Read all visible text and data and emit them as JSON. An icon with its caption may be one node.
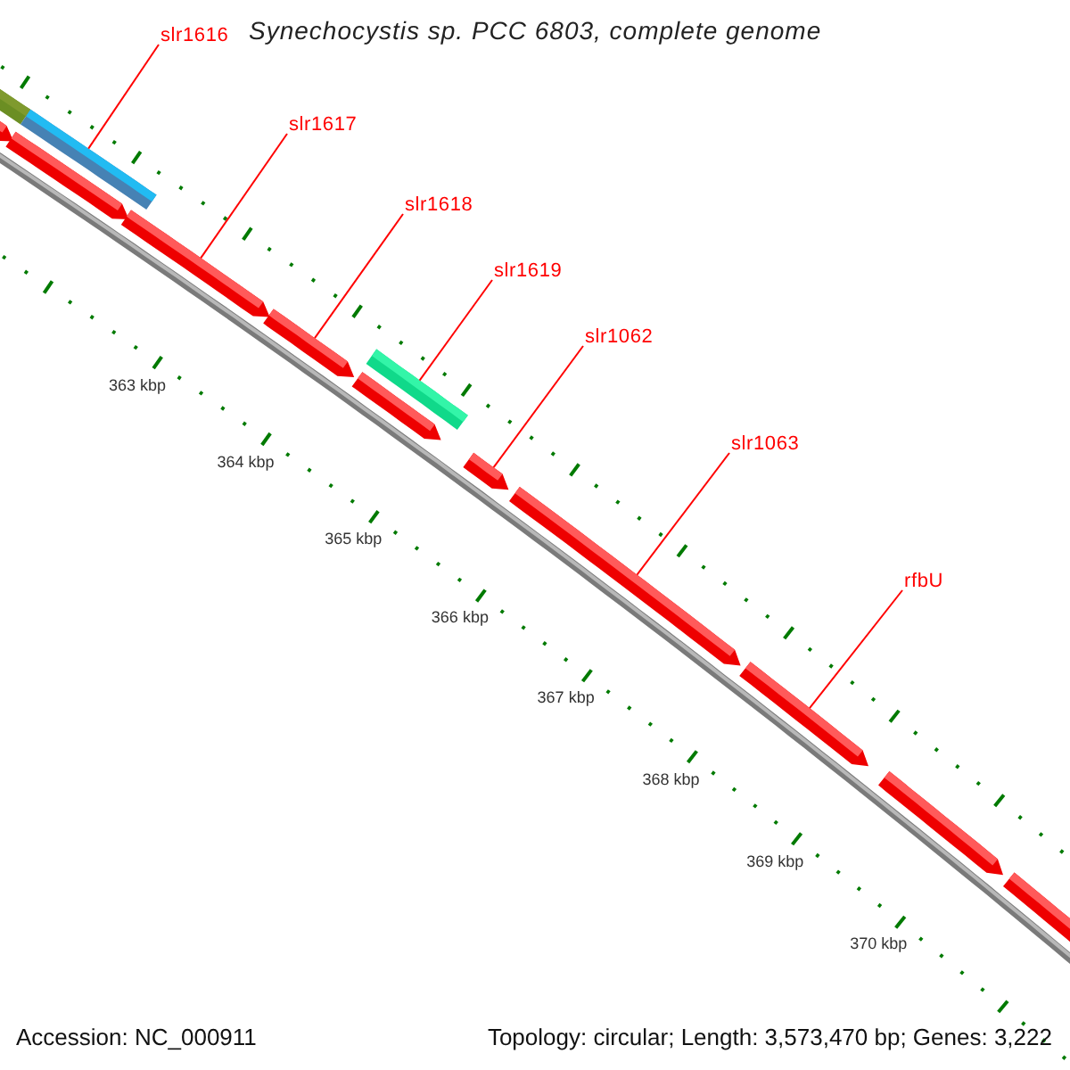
{
  "diagram": {
    "title": "Synechocystis sp. PCC 6803, complete genome",
    "nodes": [
      {
        "text": [
          "slr1616"
        ]
      },
      {
        "text": [
          "slr1617"
        ]
      },
      {
        "text": [
          "slr1618"
        ]
      },
      {
        "text": [
          "slr1619"
        ]
      },
      {
        "text": [
          "slr1062"
        ]
      },
      {
        "text": [
          "slr1063"
        ]
      },
      {
        "text": [
          "rfbU"
        ]
      },
      {
        "text": [],
        "shape": "bar"
      },
      {
        "text": [],
        "shape": "pentagon"
      },
      {
        "text": [],
        "shape": "bar"
      },
      {
        "text": [],
        "shape": "pentagon"
      },
      {
        "text": [],
        "shape": "pentagon"
      },
      {
        "text": [],
        "shape": "pentagon"
      },
      {
        "text": [],
        "shape": "bar"
      },
      {
        "text": [],
        "shape": "pentagon"
      },
      {
        "text": [],
        "shape": "pentagon"
      },
      {
        "text": [],
        "shape": "pentagon"
      },
      {
        "text": [],
        "shape": "pentagon"
      },
      {
        "text": [],
        "shape": "pentagon"
      },
      {
        "text": [],
        "shape": "pentagon"
      }
    ],
    "edges": [
      {
        "from": 0,
        "to": 9,
        "arrow": "none"
      },
      {
        "from": 1,
        "to": 11,
        "arrow": "none"
      },
      {
        "from": 2,
        "to": 12,
        "arrow": "none"
      },
      {
        "from": 3,
        "to": 13,
        "arrow": "none"
      },
      {
        "from": 4,
        "to": 15,
        "arrow": "none"
      },
      {
        "from": 5,
        "to": 16,
        "arrow": "none"
      },
      {
        "from": 6,
        "to": 17,
        "arrow": "none"
      }
    ],
    "labels": [
      "363 kbp",
      "364 kbp",
      "365 kbp",
      "366 kbp",
      "367 kbp",
      "368 kbp",
      "369 kbp",
      "370 kbp",
      "Accession: NC_000911",
      "Topology: circular; Length: 3,573,470 bp; Genes: 3,222"
    ]
  }
}
